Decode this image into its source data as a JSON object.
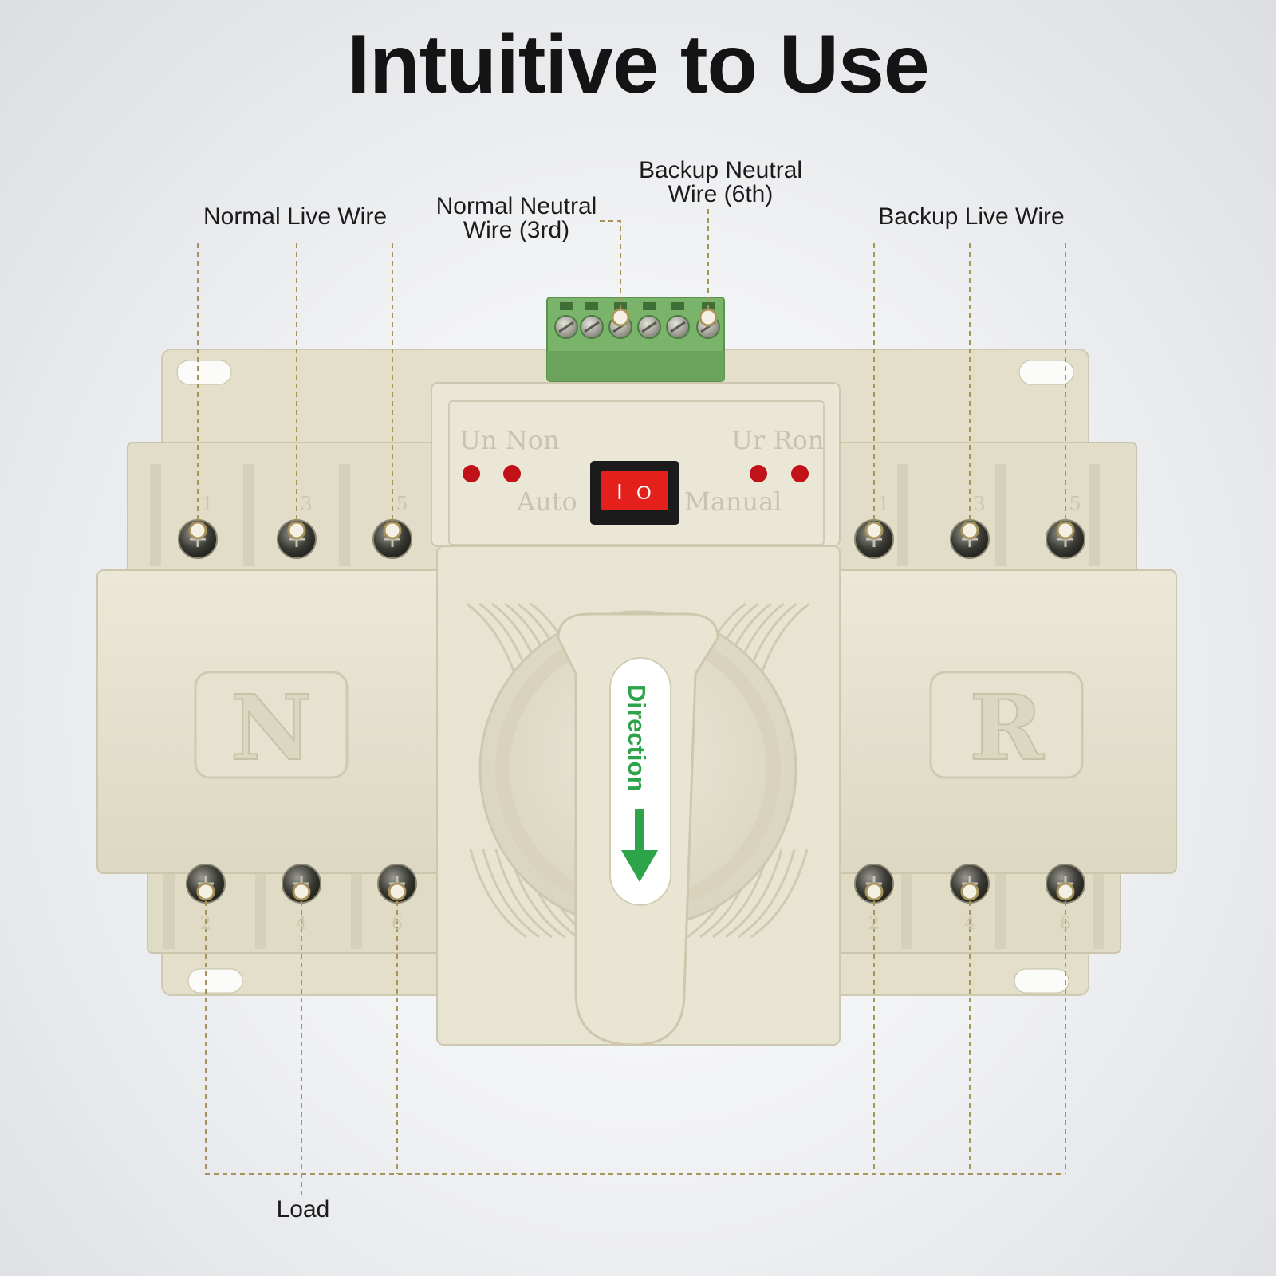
{
  "title": "Intuitive to Use",
  "labels": {
    "normal_live_wire": "Normal Live Wire",
    "normal_neutral_wire": [
      "Normal Neutral",
      "Wire (3rd)"
    ],
    "backup_neutral_wire": [
      "Backup Neutral",
      "Wire (6th)"
    ],
    "backup_live_wire": "Backup Live Wire",
    "load": "Load"
  },
  "device": {
    "panel_left": "Un Non",
    "panel_right": "Ur Ron",
    "mode_auto": "Auto",
    "mode_manual": "Manual",
    "switch_symbols": [
      "I",
      "O"
    ],
    "section_n": "N",
    "section_r": "R",
    "handle_text": "Direction",
    "terminal_numbers_top": [
      "1",
      "3",
      "5"
    ],
    "terminal_numbers_bottom": [
      "2",
      "4",
      "6"
    ]
  },
  "colors": {
    "body": "#e8e4d2",
    "shadow": "#d3ceb8",
    "leader_line": "#a8935a",
    "terminal_block": "#7ab36a",
    "rocker": "#e3201c",
    "indicator_led": "#c1121a",
    "handle_text": "#2ea44a"
  }
}
